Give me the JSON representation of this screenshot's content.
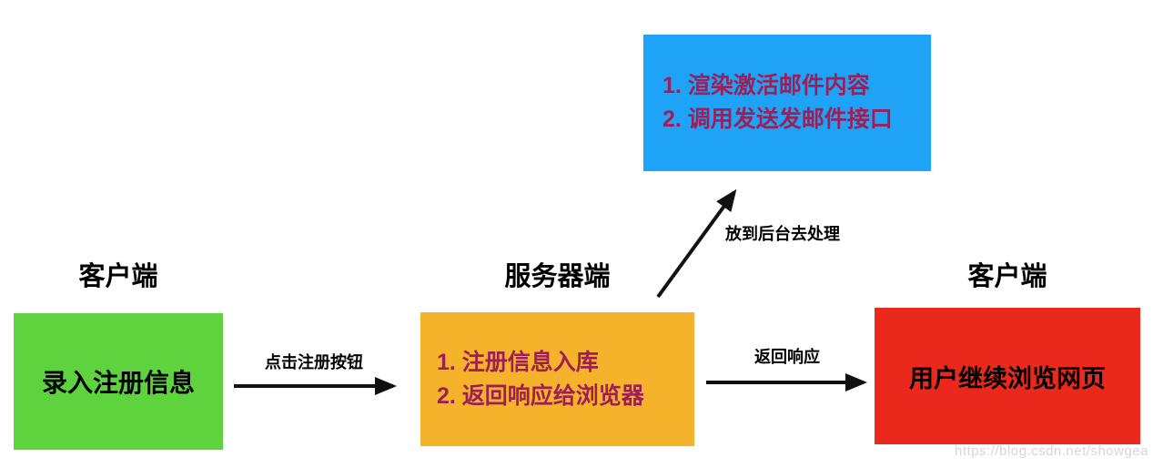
{
  "diagram": {
    "headers": {
      "left": "客户端",
      "middle": "服务器端",
      "right": "客户端"
    },
    "boxes": {
      "client_input": {
        "text": "录入注册信息",
        "color": "#5FD33E",
        "text_color": "#000000"
      },
      "server": {
        "lines": [
          "1. 注册信息入库",
          "2. 返回响应给浏览器"
        ],
        "color": "#F5B32B",
        "text_color": "#9E1F57"
      },
      "email_task": {
        "lines": [
          "1. 渲染激活邮件内容",
          "2. 调用发送发邮件接口"
        ],
        "color": "#1FA3F7",
        "text_color": "#9E1F57"
      },
      "client_result": {
        "text": "用户继续浏览网页",
        "color": "#EA281B",
        "text_color": "#000000"
      }
    },
    "arrow_labels": {
      "click_register": "点击注册按钮",
      "return_response": "返回响应",
      "background_process": "放到后台去处理"
    },
    "arrow_color": "#111111",
    "watermark": "https://blog.csdn.net/showgea"
  }
}
